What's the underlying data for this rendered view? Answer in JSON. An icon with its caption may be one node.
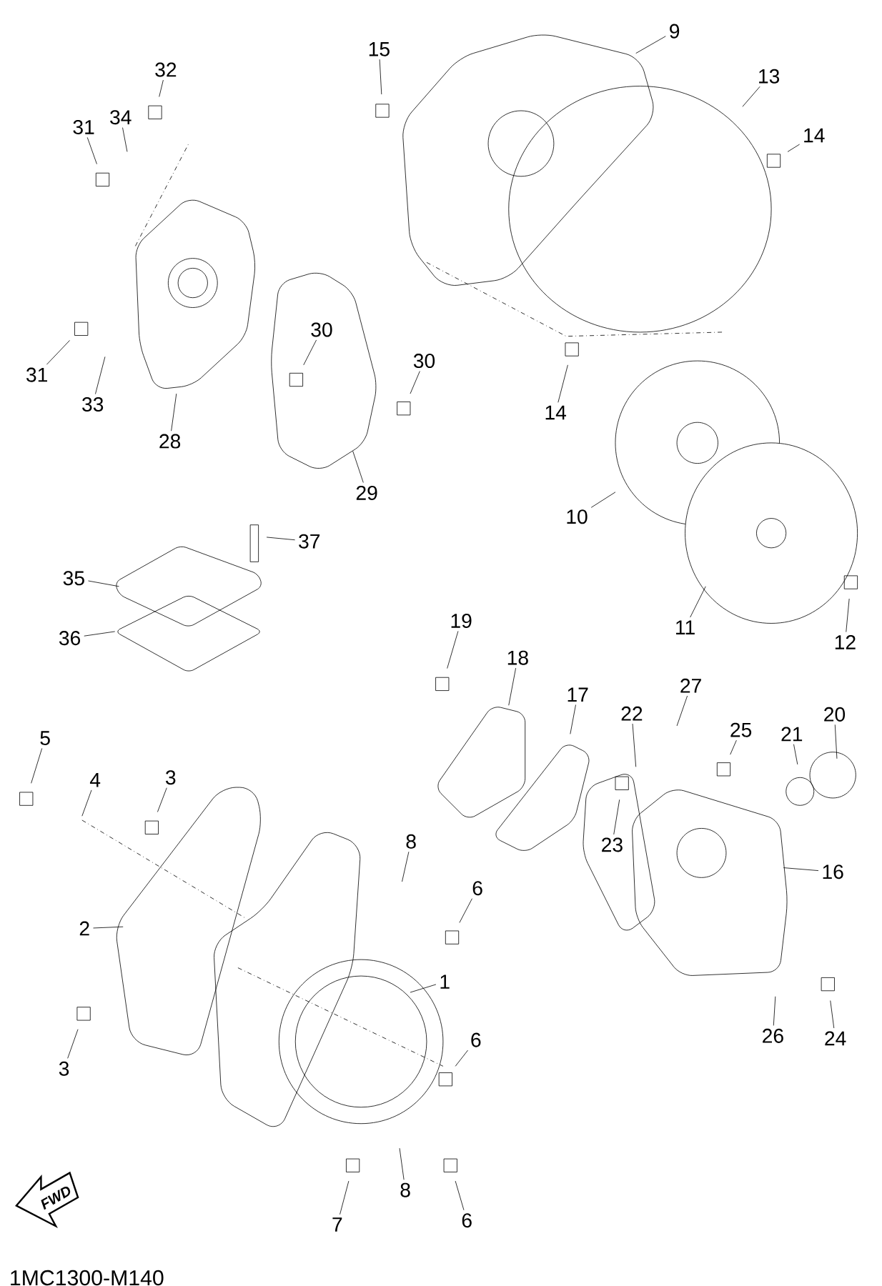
{
  "diagram": {
    "nodes": [
      {
        "text": [
          "32"
        ]
      },
      {
        "text": [
          "34"
        ]
      },
      {
        "text": [
          "31"
        ]
      },
      {
        "text": [
          "15"
        ]
      },
      {
        "text": [
          "9"
        ]
      },
      {
        "text": [
          "13"
        ]
      },
      {
        "text": [
          "14"
        ]
      },
      {
        "text": [
          "31"
        ]
      },
      {
        "text": [
          "33"
        ]
      },
      {
        "text": [
          "28"
        ]
      },
      {
        "text": [
          "30"
        ]
      },
      {
        "text": [
          "30"
        ]
      },
      {
        "text": [
          "29"
        ]
      },
      {
        "text": [
          "14"
        ]
      },
      {
        "text": [
          "10"
        ]
      },
      {
        "text": [
          "37"
        ]
      },
      {
        "text": [
          "35"
        ]
      },
      {
        "text": [
          "36"
        ]
      },
      {
        "text": [
          "11"
        ]
      },
      {
        "text": [
          "12"
        ]
      },
      {
        "text": [
          "19"
        ]
      },
      {
        "text": [
          "18"
        ]
      },
      {
        "text": [
          "17"
        ]
      },
      {
        "text": [
          "27"
        ]
      },
      {
        "text": [
          "22"
        ]
      },
      {
        "text": [
          "25"
        ]
      },
      {
        "text": [
          "20"
        ]
      },
      {
        "text": [
          "21"
        ]
      },
      {
        "text": [
          "23"
        ]
      },
      {
        "text": [
          "16"
        ]
      },
      {
        "text": [
          "5"
        ]
      },
      {
        "text": [
          "4"
        ]
      },
      {
        "text": [
          "3"
        ]
      },
      {
        "text": [
          "8"
        ]
      },
      {
        "text": [
          "6"
        ]
      },
      {
        "text": [
          "2"
        ]
      },
      {
        "text": [
          "1"
        ]
      },
      {
        "text": [
          "26"
        ]
      },
      {
        "text": [
          "24"
        ]
      },
      {
        "text": [
          "6"
        ]
      },
      {
        "text": [
          "3"
        ]
      },
      {
        "text": [
          "8"
        ]
      },
      {
        "text": [
          "7"
        ]
      },
      {
        "text": [
          "6"
        ]
      }
    ],
    "edges": [
      {
        "from": 0,
        "to": null,
        "arrow": "none"
      },
      {
        "from": 1,
        "to": null,
        "arrow": "none"
      },
      {
        "from": 2,
        "to": null,
        "arrow": "none"
      },
      {
        "from": 3,
        "to": null,
        "arrow": "none"
      },
      {
        "from": 4,
        "to": null,
        "arrow": "none"
      },
      {
        "from": 5,
        "to": null,
        "arrow": "none"
      },
      {
        "from": 6,
        "to": null,
        "arrow": "none"
      },
      {
        "from": 7,
        "to": null,
        "arrow": "none"
      },
      {
        "from": 8,
        "to": null,
        "arrow": "none"
      },
      {
        "from": 9,
        "to": null,
        "arrow": "none"
      },
      {
        "from": 10,
        "to": null,
        "arrow": "none"
      },
      {
        "from": 11,
        "to": null,
        "arrow": "none"
      },
      {
        "from": 12,
        "to": null,
        "arrow": "none"
      },
      {
        "from": 13,
        "to": null,
        "arrow": "none"
      },
      {
        "from": 14,
        "to": null,
        "arrow": "none"
      },
      {
        "from": 15,
        "to": null,
        "arrow": "none"
      },
      {
        "from": 16,
        "to": null,
        "arrow": "none"
      },
      {
        "from": 17,
        "to": null,
        "arrow": "none"
      },
      {
        "from": 18,
        "to": null,
        "arrow": "none"
      },
      {
        "from": 19,
        "to": null,
        "arrow": "none"
      },
      {
        "from": 20,
        "to": null,
        "arrow": "none"
      },
      {
        "from": 21,
        "to": null,
        "arrow": "none"
      },
      {
        "from": 22,
        "to": null,
        "arrow": "none"
      },
      {
        "from": 23,
        "to": null,
        "arrow": "none"
      },
      {
        "from": 24,
        "to": null,
        "arrow": "none"
      },
      {
        "from": 25,
        "to": null,
        "arrow": "none"
      },
      {
        "from": 26,
        "to": null,
        "arrow": "none"
      },
      {
        "from": 27,
        "to": null,
        "arrow": "none"
      },
      {
        "from": 28,
        "to": null,
        "arrow": "none"
      },
      {
        "from": 29,
        "to": null,
        "arrow": "none"
      },
      {
        "from": 30,
        "to": null,
        "arrow": "none"
      },
      {
        "from": 31,
        "to": null,
        "arrow": "none"
      },
      {
        "from": 32,
        "to": null,
        "arrow": "none"
      },
      {
        "from": 33,
        "to": null,
        "arrow": "none"
      },
      {
        "from": 34,
        "to": null,
        "arrow": "none"
      },
      {
        "from": 35,
        "to": null,
        "arrow": "none"
      },
      {
        "from": 36,
        "to": null,
        "arrow": "none"
      },
      {
        "from": 37,
        "to": null,
        "arrow": "none"
      },
      {
        "from": 38,
        "to": null,
        "arrow": "none"
      },
      {
        "from": 39,
        "to": null,
        "arrow": "none"
      },
      {
        "from": 40,
        "to": null,
        "arrow": "none"
      },
      {
        "from": 41,
        "to": null,
        "arrow": "none"
      },
      {
        "from": 42,
        "to": null,
        "arrow": "none"
      },
      {
        "from": 43,
        "to": null,
        "arrow": "none"
      }
    ],
    "labels": [
      "FWD",
      "1MC1300-M140"
    ]
  }
}
